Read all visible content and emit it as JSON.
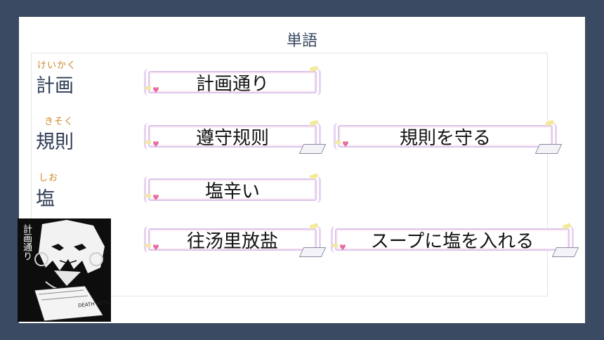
{
  "slide": {
    "title": "単語",
    "vocab": [
      {
        "furigana": "けいかく",
        "word": "計画"
      },
      {
        "furigana": "きそく",
        "word": "規則"
      },
      {
        "furigana": "しお",
        "word": "塩"
      }
    ],
    "examples": [
      "計画通り",
      "遵守规则",
      "規則を守る",
      "塩辛い",
      "往汤里放盐",
      "スープに塩を入れる"
    ],
    "image": {
      "vertical_text": "計画通り",
      "caption": "DEATH NOTE"
    }
  },
  "colors": {
    "background": "#3a4a62",
    "furigana": "#d08a2c",
    "vocab_text": "#2f3c55",
    "scroll_border": "#dcc6ec"
  }
}
